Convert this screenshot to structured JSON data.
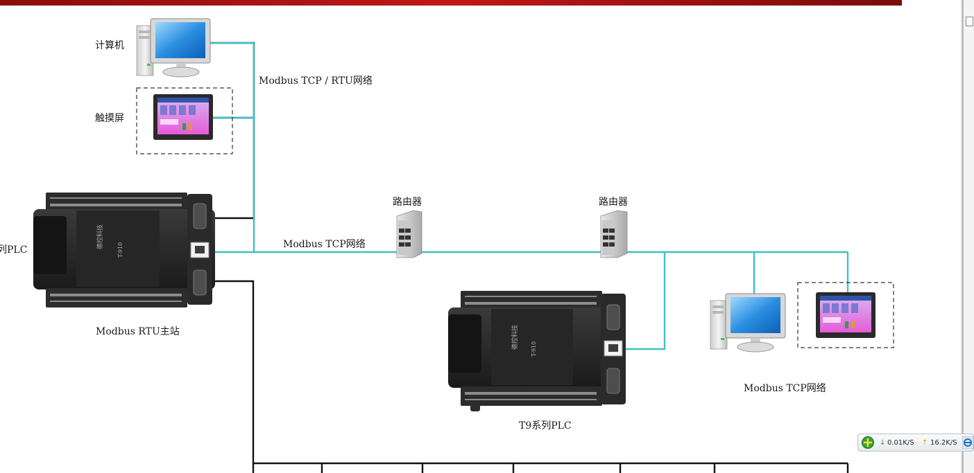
{
  "labels": {
    "computer": "计算机",
    "touchscreen": "触摸屏",
    "net_top": "Modbus TCP / RTU网络",
    "router1": "路由器",
    "router2": "路由器",
    "net_mid": "Modbus TCP网络",
    "plc_left_cut": "列PLC",
    "master": "Modbus RTU主站",
    "t9": "T9系列PLC",
    "net_right": "Modbus TCP网络"
  },
  "device": {
    "brand": "德控科技",
    "model": "T-910"
  },
  "tray": {
    "download": "0.01K/S",
    "upload": "16.2K/S"
  },
  "colors": {
    "tcp_line": "#3fc1c3",
    "rtu_line": "#111111",
    "title_bar": "#a01010"
  }
}
